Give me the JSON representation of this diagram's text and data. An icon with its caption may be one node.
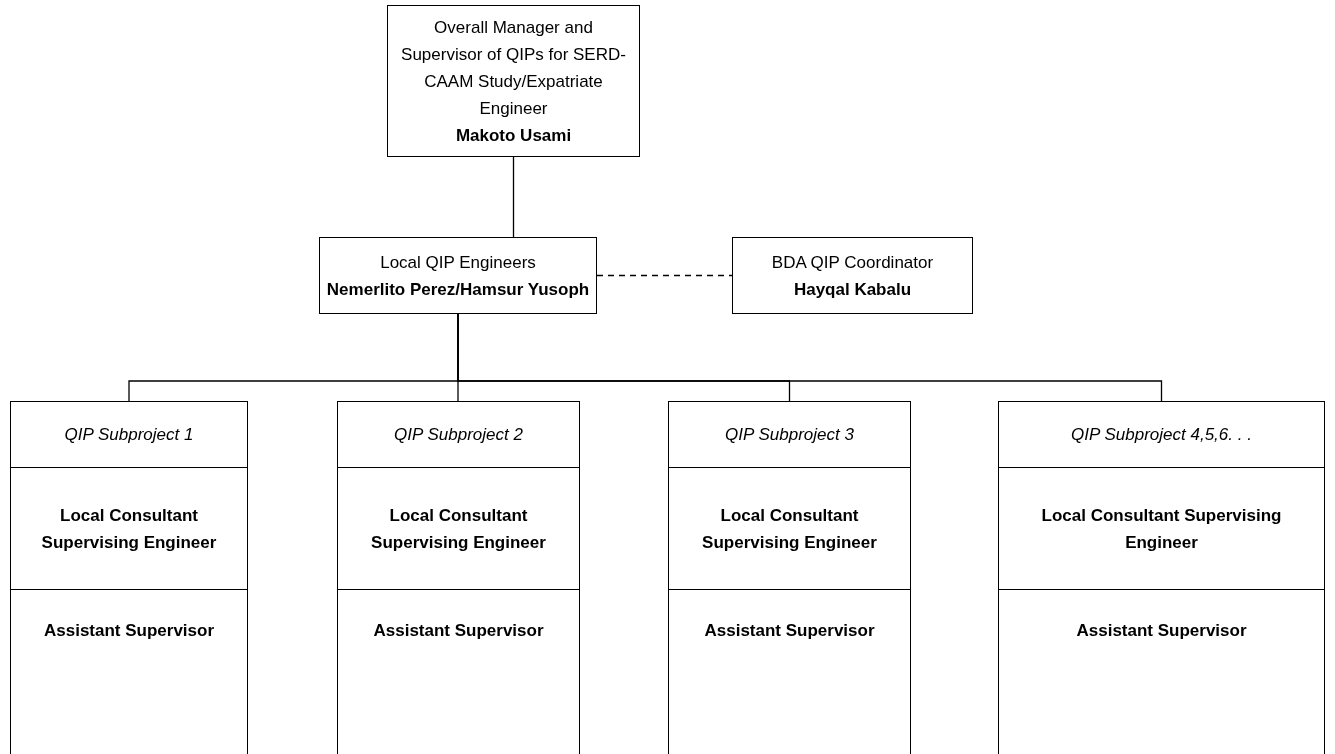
{
  "diagram": {
    "nodes": [
      {
        "text": [
          "Overall Manager and Supervisor of QIPs for SERD-CAAM Study/Expatriate Engineer",
          "Makoto Usami"
        ]
      },
      {
        "text": [
          "Local QIP Engineers",
          "Nemerlito Perez/Hamsur Yusoph"
        ]
      },
      {
        "text": [
          "BDA QIP Coordinator",
          "Hayqal Kabalu"
        ]
      },
      {
        "text": [
          "QIP Subproject 1",
          "Local Consultant Supervising Engineer",
          "Assistant Supervisor"
        ]
      },
      {
        "text": [
          "QIP Subproject 2",
          "Local Consultant Supervising Engineer",
          "Assistant Supervisor"
        ]
      },
      {
        "text": [
          "QIP Subproject 3",
          "Local Consultant Supervising Engineer",
          "Assistant Supervisor"
        ]
      },
      {
        "text": [
          "QIP Subproject 4,5,6. . .",
          "Local Consultant Supervising Engineer",
          "Assistant Supervisor"
        ]
      }
    ],
    "edges": [
      {
        "from": 0,
        "to": 1,
        "arrow": "none"
      },
      {
        "from": 1,
        "to": 2,
        "arrow": "none",
        "style": "dashed"
      },
      {
        "from": 1,
        "to": 3,
        "arrow": "none"
      },
      {
        "from": 1,
        "to": 4,
        "arrow": "none"
      },
      {
        "from": 1,
        "to": 5,
        "arrow": "none"
      },
      {
        "from": 1,
        "to": 6,
        "arrow": "none"
      }
    ]
  }
}
